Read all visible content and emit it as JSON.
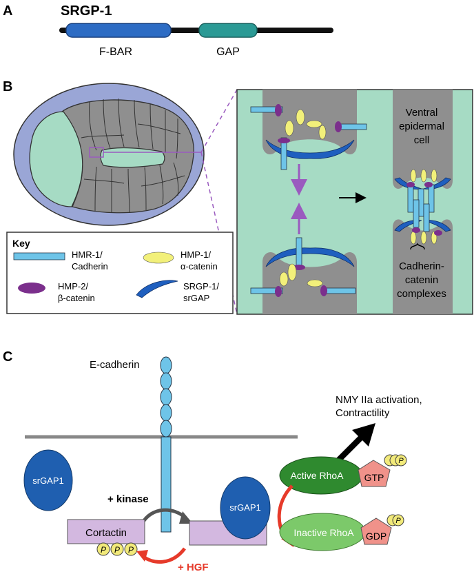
{
  "panelA": {
    "letter": "A",
    "protein": "SRGP-1",
    "domain1": "F-BAR",
    "domain2": "GAP"
  },
  "panelB": {
    "letter": "B",
    "ventral_line1": "Ventral",
    "ventral_line2": "epidermal",
    "ventral_line3": "cell",
    "complex_line1": "Cadherin-",
    "complex_line2": "catenin",
    "complex_line3": "complexes",
    "key": {
      "title": "Key",
      "hmr1_l1": "HMR-1/",
      "hmr1_l2": "Cadherin",
      "hmp1_l1": "HMP-1/",
      "hmp1_l2": "α-catenin",
      "hmp2_l1": "HMP-2/",
      "hmp2_l2": "β-catenin",
      "srgp1_l1": "SRGP-1/",
      "srgp1_l2": "srGAP"
    },
    "colors": {
      "embryo_bg": "#9aa6d6",
      "tissue_green": "#a6dbc4",
      "cell_gray": "#8f8f8f",
      "cadherin": "#6ec4e8",
      "alpha_catenin": "#f2f07a",
      "beta_catenin": "#7b2f8c",
      "srgap": "#1f5fbf",
      "arrow_purple": "#9a5abf"
    }
  },
  "panelC": {
    "letter": "C",
    "ecad": "E-cadherin",
    "nmy_l1": "NMY IIa activation,",
    "nmy_l2": "Contractility",
    "srgap1_free": "srGAP1",
    "srgap1_bound": "srGAP1",
    "kinase": "+ kinase",
    "hgf": "+ HGF",
    "cortactin": "Cortactin",
    "phospho": "P",
    "active_rhoa": "Active RhoA",
    "inactive_rhoa": "Inactive RhoA",
    "gtp": "GTP",
    "gdp": "GDP",
    "colors": {
      "srgap1": "#1f5fb0",
      "cortactin": "#d3b8e0",
      "active_rhoa": "#2f8a2f",
      "inactive_rhoa": "#7cc96a",
      "nucleotide": "#f0928a",
      "phospho": "#f2ea7a",
      "red_arrow": "#e63a2a",
      "gray_arrow": "#555555"
    }
  }
}
